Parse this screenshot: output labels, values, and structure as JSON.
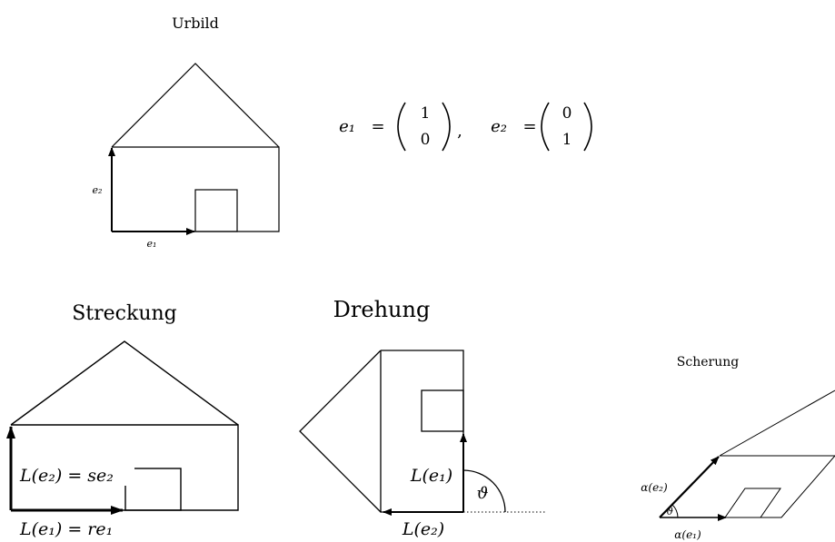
{
  "titles": {
    "urbild": "Urbild",
    "streckung": "Streckung",
    "drehung": "Drehung",
    "scherung": "Scherung"
  },
  "urbild": {
    "e1_label": "e₁",
    "e2_label": "e₂"
  },
  "basis": {
    "e1_name": "e₁",
    "e2_name": "e₂",
    "equals": "=",
    "separator": ",",
    "e1_top": "1",
    "e1_bottom": "0",
    "e2_top": "0",
    "e2_bottom": "1"
  },
  "streckung": {
    "label_e2": "L(e₂) = se₂",
    "label_e1": "L(e₁) = re₁"
  },
  "drehung": {
    "label_e1": "L(e₁)",
    "label_e2": "L(e₂)",
    "angle": "ϑ"
  },
  "scherung": {
    "label_e2": "α(e₂)",
    "label_e1": "α(e₁)",
    "angle": "ϑ"
  }
}
